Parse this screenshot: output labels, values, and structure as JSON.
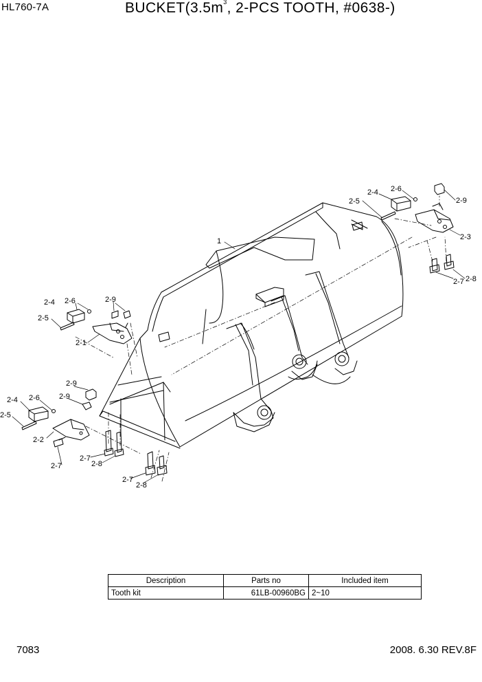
{
  "header": {
    "model": "HL760-7A",
    "title_main": "BUCKET(3.5m",
    "title_sup": "3",
    "title_rest": ", 2-PCS TOOTH, #0638-)"
  },
  "diagram": {
    "labels": {
      "l1": "1",
      "l2_1": "2-1",
      "l2_2": "2-2",
      "l2_3": "2-3",
      "l2_4": "2-4",
      "l2_5": "2-5",
      "l2_6": "2-6",
      "l2_7": "2-7",
      "l2_8": "2-8",
      "l2_9": "2-9"
    }
  },
  "parts_table": {
    "headers": [
      "Description",
      "Parts no",
      "Included item"
    ],
    "rows": [
      {
        "description": "Tooth kit",
        "parts_no": "61LB-00960BG",
        "included": "2~10"
      }
    ]
  },
  "footer": {
    "page": "7083",
    "revision": "2008. 6.30  REV.8F"
  }
}
